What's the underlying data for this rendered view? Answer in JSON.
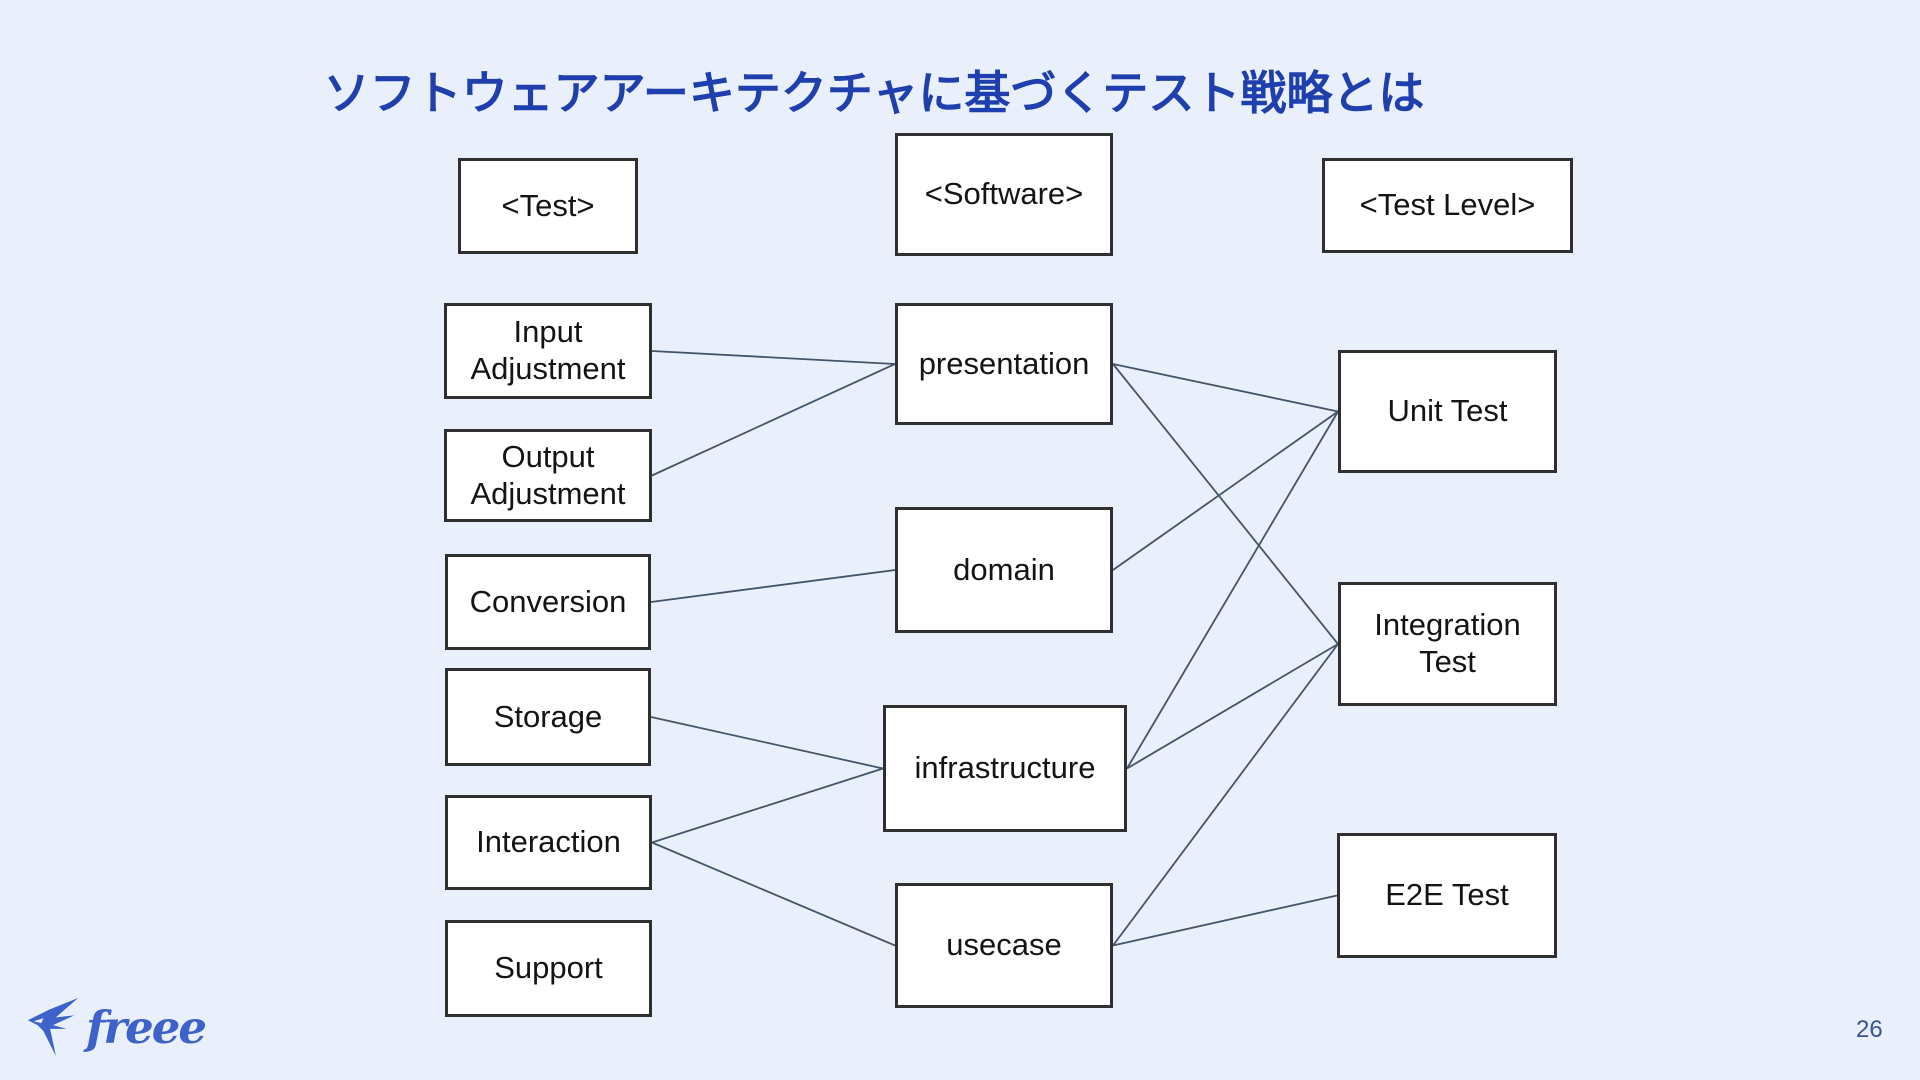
{
  "slide": {
    "title": "ソフトウェアアーキテクチャに基づくテスト戦略とは",
    "page_number": "26"
  },
  "footer": {
    "logo_text": "freee",
    "logo_icon": "swallow-icon"
  },
  "colors": {
    "background": "#E9F0FB",
    "title": "#1E3FAD",
    "box_fill": "#FFFFFF",
    "box_border": "#2F2F2F",
    "box_text": "#141414",
    "connector": "#44546A",
    "logo_blue": "#3D63CB",
    "page_number": "#3A5390"
  },
  "diagram": {
    "column_headers": [
      {
        "id": "test",
        "label": "<Test>"
      },
      {
        "id": "software",
        "label": "<Software>"
      },
      {
        "id": "test-level",
        "label": "<Test Level>"
      }
    ],
    "nodes": [
      {
        "id": "input-adjustment",
        "column": "test",
        "label": "Input Adjustment"
      },
      {
        "id": "output-adjustment",
        "column": "test",
        "label": "Output Adjustment"
      },
      {
        "id": "conversion",
        "column": "test",
        "label": "Conversion"
      },
      {
        "id": "storage",
        "column": "test",
        "label": "Storage"
      },
      {
        "id": "interaction",
        "column": "test",
        "label": "Interaction"
      },
      {
        "id": "support",
        "column": "test",
        "label": "Support"
      },
      {
        "id": "presentation",
        "column": "software",
        "label": "presentation"
      },
      {
        "id": "domain",
        "column": "software",
        "label": "domain"
      },
      {
        "id": "infrastructure",
        "column": "software",
        "label": "infrastructure"
      },
      {
        "id": "usecase",
        "column": "software",
        "label": "usecase"
      },
      {
        "id": "unit-test",
        "column": "test-level",
        "label": "Unit Test"
      },
      {
        "id": "integration-test",
        "column": "test-level",
        "label": "Integration Test"
      },
      {
        "id": "e2e-test",
        "column": "test-level",
        "label": "E2E Test"
      }
    ],
    "edges": [
      {
        "from": "input-adjustment",
        "to": "presentation"
      },
      {
        "from": "output-adjustment",
        "to": "presentation"
      },
      {
        "from": "conversion",
        "to": "domain"
      },
      {
        "from": "storage",
        "to": "infrastructure"
      },
      {
        "from": "interaction",
        "to": "infrastructure"
      },
      {
        "from": "interaction",
        "to": "usecase"
      },
      {
        "from": "presentation",
        "to": "unit-test"
      },
      {
        "from": "presentation",
        "to": "integration-test"
      },
      {
        "from": "domain",
        "to": "unit-test"
      },
      {
        "from": "infrastructure",
        "to": "unit-test"
      },
      {
        "from": "infrastructure",
        "to": "integration-test"
      },
      {
        "from": "usecase",
        "to": "integration-test"
      },
      {
        "from": "usecase",
        "to": "e2e-test"
      }
    ]
  }
}
